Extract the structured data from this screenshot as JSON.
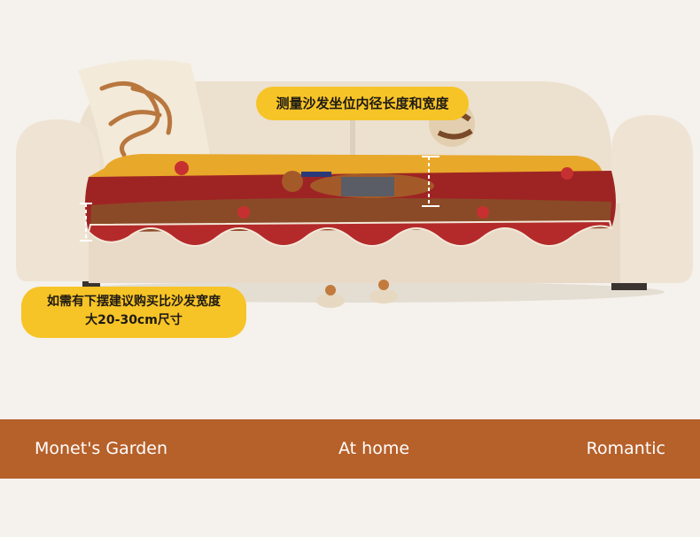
{
  "callouts": {
    "measure_seat": "测量沙发坐位内径长度和宽度",
    "skirt_line1": "如需有下摆建议购买比沙发宽度",
    "skirt_line2": "大20-30cm尺寸"
  },
  "footer": {
    "left": "Monet's Garden",
    "center": "At home",
    "right": "Romantic"
  },
  "colors": {
    "background": "#f5f1ec",
    "sofa": "#efe3d3",
    "cover_red": "#9e2424",
    "cover_brown": "#8b4a27",
    "callout_yellow": "#f7c427",
    "band": "#b6602a"
  }
}
